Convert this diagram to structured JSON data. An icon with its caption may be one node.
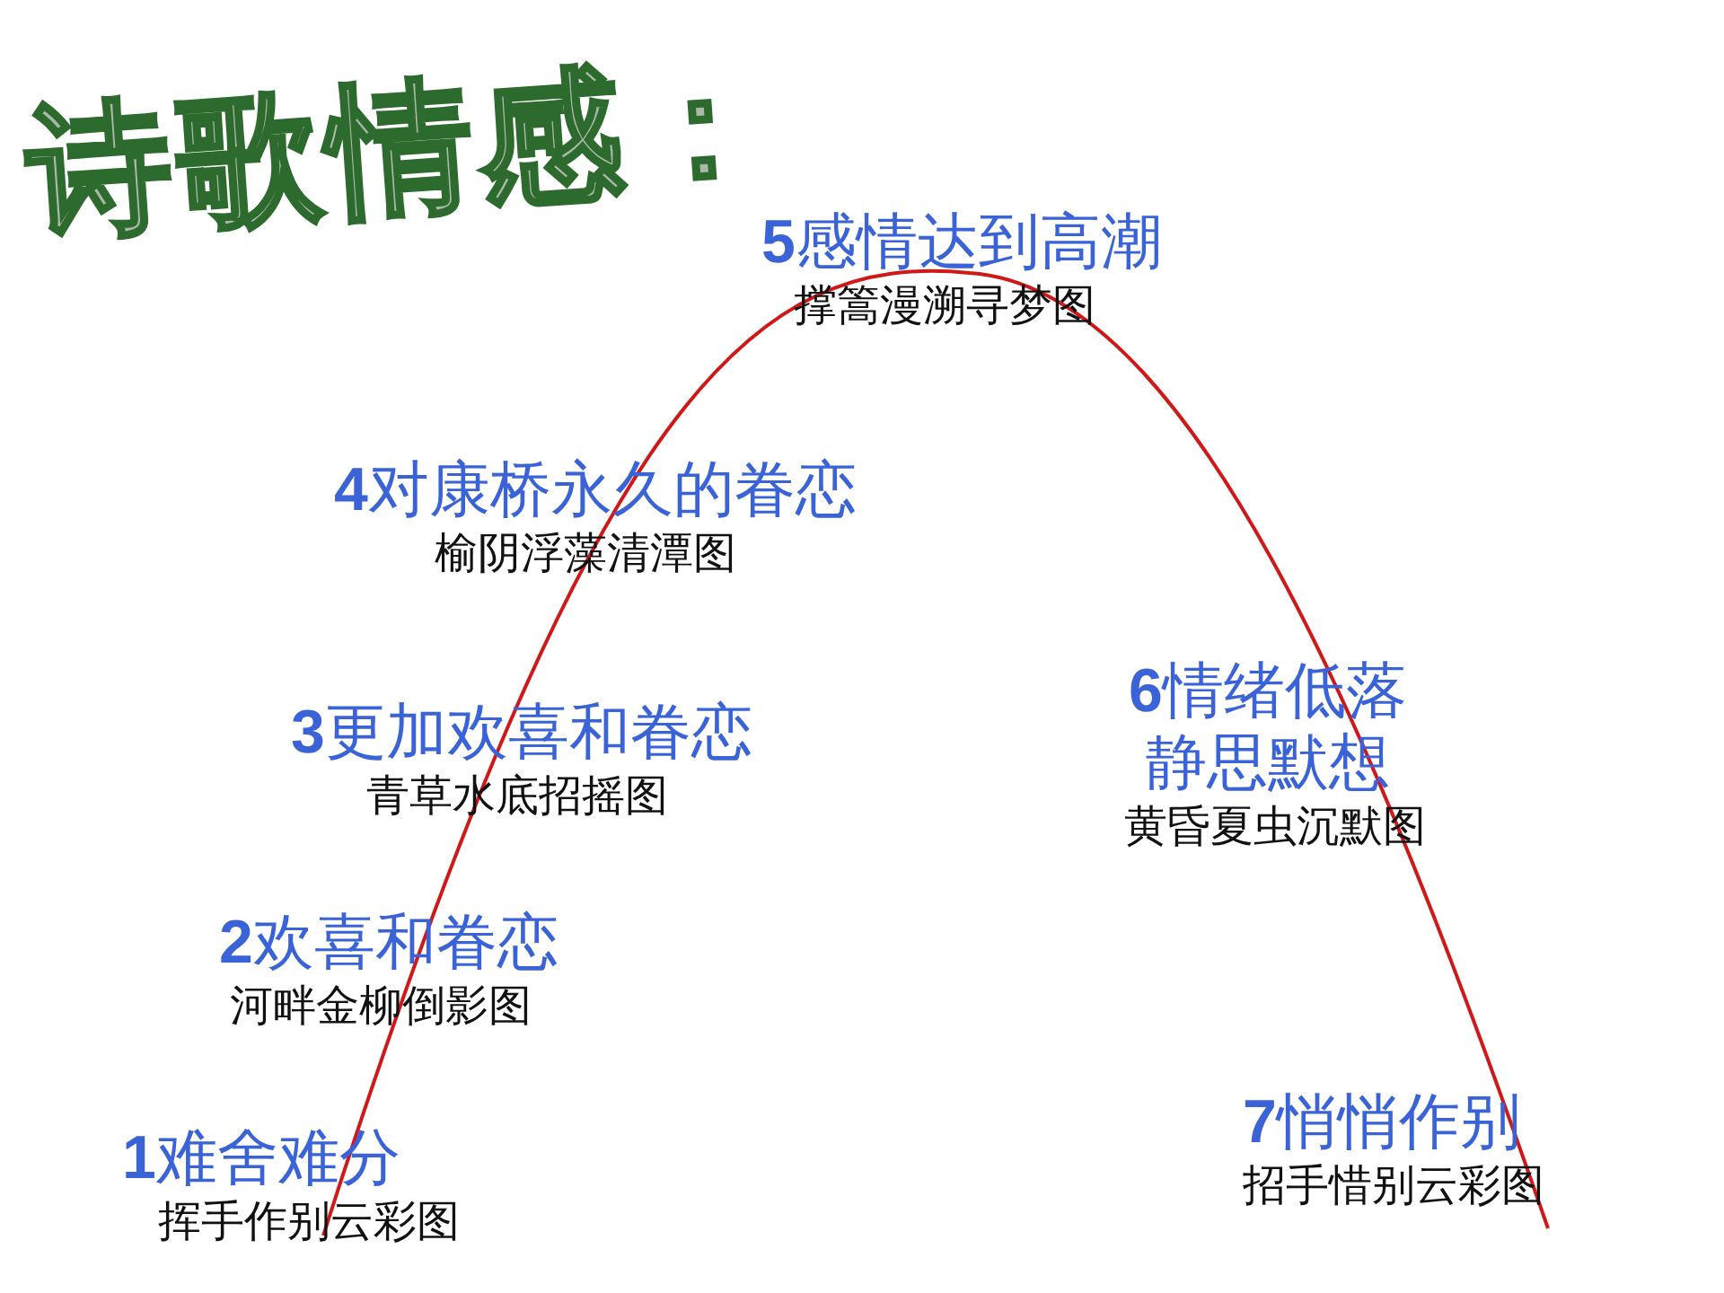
{
  "diagram": {
    "title": "诗歌情感：",
    "nodes": [
      {
        "text": [
          "**1**难舍难分",
          "挥手作别云彩图"
        ]
      },
      {
        "text": [
          "**2**欢喜和眷恋",
          "河畔金柳倒影图"
        ]
      },
      {
        "text": [
          "**3**更加欢喜和眷恋",
          "青草水底招摇图"
        ]
      },
      {
        "text": [
          "**4**对康桥永久的眷恋",
          "榆阴浮藻清潭图"
        ]
      },
      {
        "text": [
          "**5**感情达到高潮",
          "撑篙漫溯寻梦图"
        ]
      },
      {
        "text": [
          "**6**情绪低落静思默想",
          "黄昏夏虫沉默图"
        ]
      },
      {
        "text": [
          "**7**悄悄作别",
          "招手惜别云彩图"
        ]
      }
    ]
  }
}
